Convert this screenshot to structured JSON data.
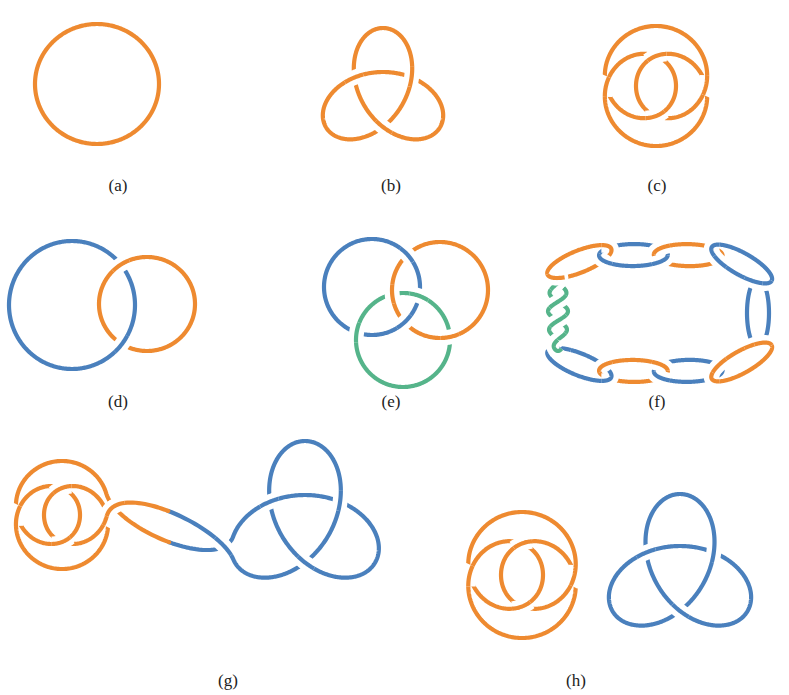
{
  "diagram": {
    "labels": [
      "(a)",
      "(b)",
      "(c)",
      "(d)",
      "(e)",
      "(f)",
      "(g)",
      "(h)"
    ]
  }
}
